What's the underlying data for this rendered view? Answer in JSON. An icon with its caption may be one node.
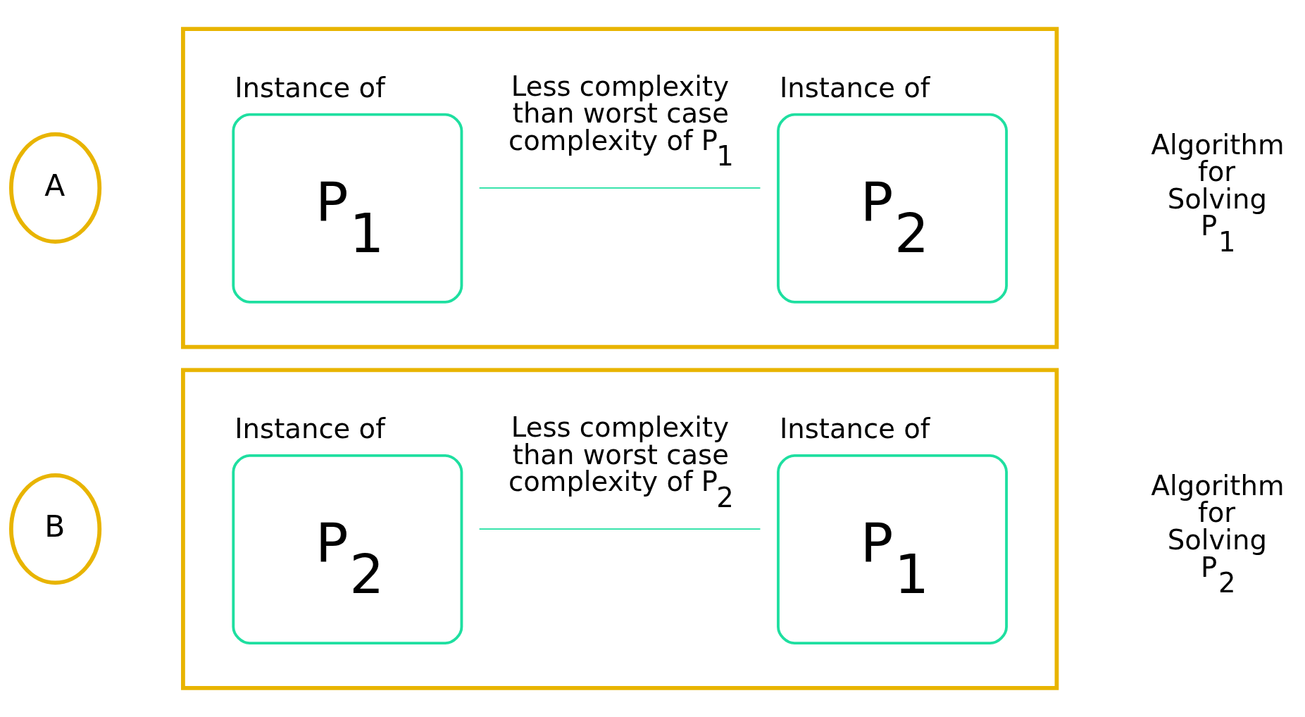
{
  "diagram": {
    "nodes": [
      {
        "text": [
          "A"
        ]
      },
      {
        "text": [],
        "shape": "box"
      },
      {
        "text": [
          "Instance of",
          "P$_{1}$"
        ],
        "in": 1
      },
      {
        "text": [
          "Instance of",
          "P$_{2}$"
        ],
        "in": 1
      },
      {
        "text": [
          "B"
        ]
      },
      {
        "text": [],
        "shape": "box"
      },
      {
        "text": [
          "Instance of",
          "P$_{2}$"
        ],
        "in": 5
      },
      {
        "text": [
          "Instance of",
          "P$_{1}$"
        ],
        "in": 5
      }
    ],
    "edges": [
      {
        "from": 2,
        "to": 3,
        "arrow": "none",
        "label": "Less complexity than worst case complexity of P$_{1}$"
      },
      {
        "from": 6,
        "to": 7,
        "arrow": "none",
        "label": "Less complexity than worst case complexity of P$_{2}$"
      }
    ],
    "labels": [
      "Algorithm for Solving P$_{1}$",
      "Algorithm for Solving P$_{2}$"
    ]
  }
}
